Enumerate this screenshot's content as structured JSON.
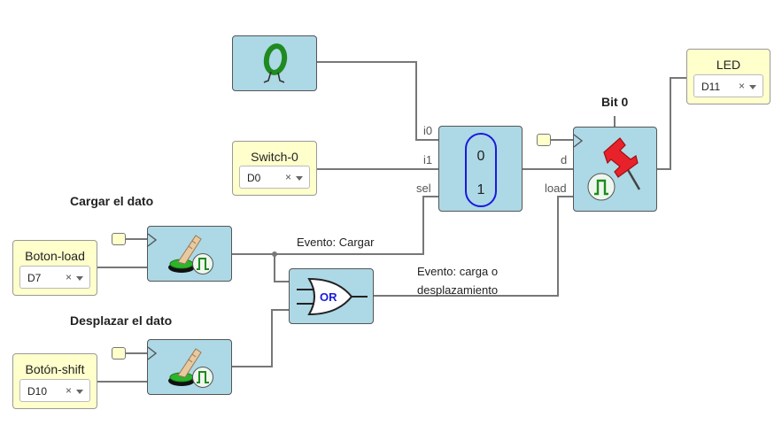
{
  "headings": {
    "bit0": "Bit 0",
    "cargar": "Cargar el dato",
    "desplazar": "Desplazar el dato"
  },
  "inputs": {
    "switch0": {
      "title": "Switch-0",
      "pin": "D0"
    },
    "boton_load": {
      "title": "Boton-load",
      "pin": "D7"
    },
    "boton_shift": {
      "title": "Botón-shift",
      "pin": "D10"
    }
  },
  "outputs": {
    "led": {
      "title": "LED",
      "pin": "D11"
    }
  },
  "clear_symbol": "×",
  "mux": {
    "port_i0": "i0",
    "port_i1": "i1",
    "port_sel": "sel",
    "value_0": "0",
    "value_1": "1"
  },
  "flipflop": {
    "port_d": "d",
    "port_load": "load"
  },
  "or_gate": {
    "label": "OR"
  },
  "annotations": {
    "evento_cargar": "Evento: Cargar",
    "evento_carga_line1": "Evento: carga o",
    "evento_carga_line2": "desplazamiento"
  },
  "colors": {
    "block_fill": "#add8e6",
    "io_fill": "#ffffcc",
    "wire": "#777777",
    "mux_outline": "#1a1adb",
    "or_text": "#1a1adb",
    "pin_red": "#e8222a",
    "button_green": "#2bb52b",
    "zero_green": "#1f8a1f"
  },
  "icons": {
    "constant": "zero-walker-icon",
    "button": "button-press-icon",
    "pulse": "pulse-icon",
    "flipflop": "pushpin-icon"
  }
}
